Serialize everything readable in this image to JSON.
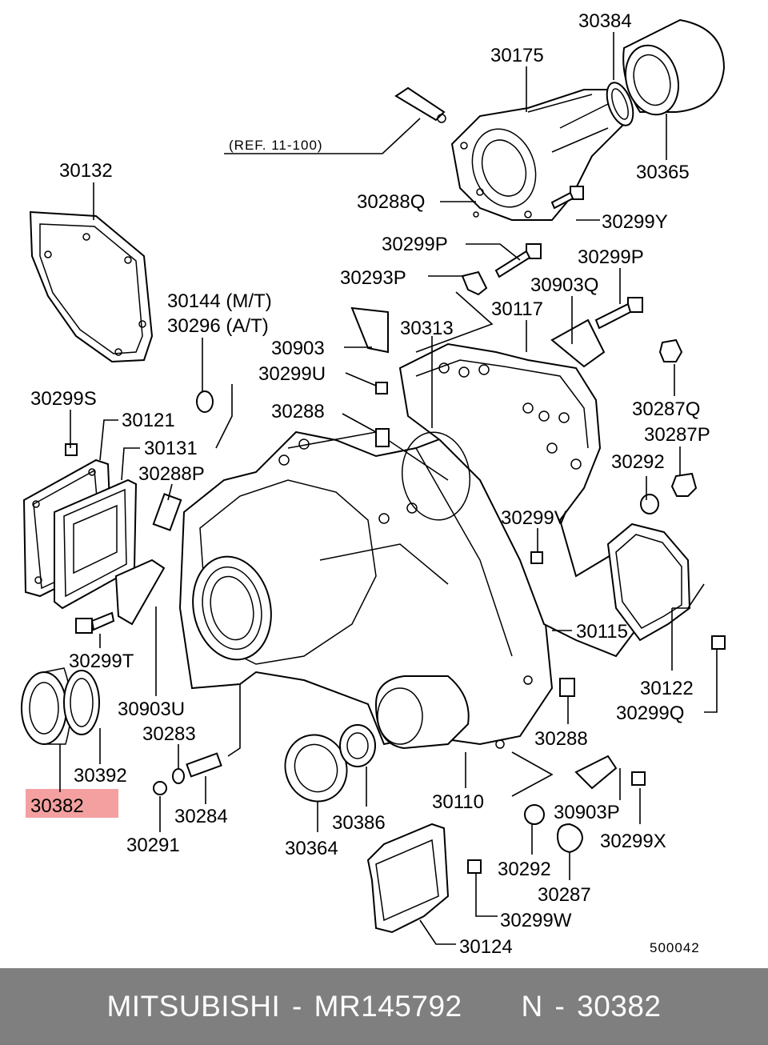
{
  "reference_text": "(REF. 11-100)",
  "diagram_id": "500042",
  "highlight_color": "#f4a0a0",
  "footer_color": "#7f7f7f",
  "callouts": {
    "30384": "30384",
    "30175": "30175",
    "30365": "30365",
    "30132": "30132",
    "30288Q": "30288Q",
    "30299Y": "30299Y",
    "30299P_a": "30299P",
    "30293P": "30293P",
    "30299P_b": "30299P",
    "30903Q": "30903Q",
    "30117": "30117",
    "30144MT": "30144 (M/T)",
    "30296AT": "30296 (A/T)",
    "30903": "30903",
    "30313": "30313",
    "30299U": "30299U",
    "30287Q": "30287Q",
    "30287P": "30287P",
    "30299S": "30299S",
    "30121": "30121",
    "30288": "30288",
    "30131": "30131",
    "30292_a": "30292",
    "30288P": "30288P",
    "30299V": "30299V",
    "30115": "30115",
    "30299T": "30299T",
    "30122": "30122",
    "30299Q": "30299Q",
    "30903U": "30903U",
    "30283": "30283",
    "30288_b": "30288",
    "30392": "30392",
    "30382": "30382",
    "30284": "30284",
    "30110": "30110",
    "30903P": "30903P",
    "30386": "30386",
    "30299X": "30299X",
    "30291": "30291",
    "30364": "30364",
    "30292_b": "30292",
    "30287": "30287",
    "30299W": "30299W",
    "30124": "30124"
  },
  "footer": {
    "brand": "MITSUBISHI",
    "part_number": "MR145792",
    "reference": "N - 30382",
    "full_text": "MITSUBISHI - MR145792     N - 30382"
  }
}
